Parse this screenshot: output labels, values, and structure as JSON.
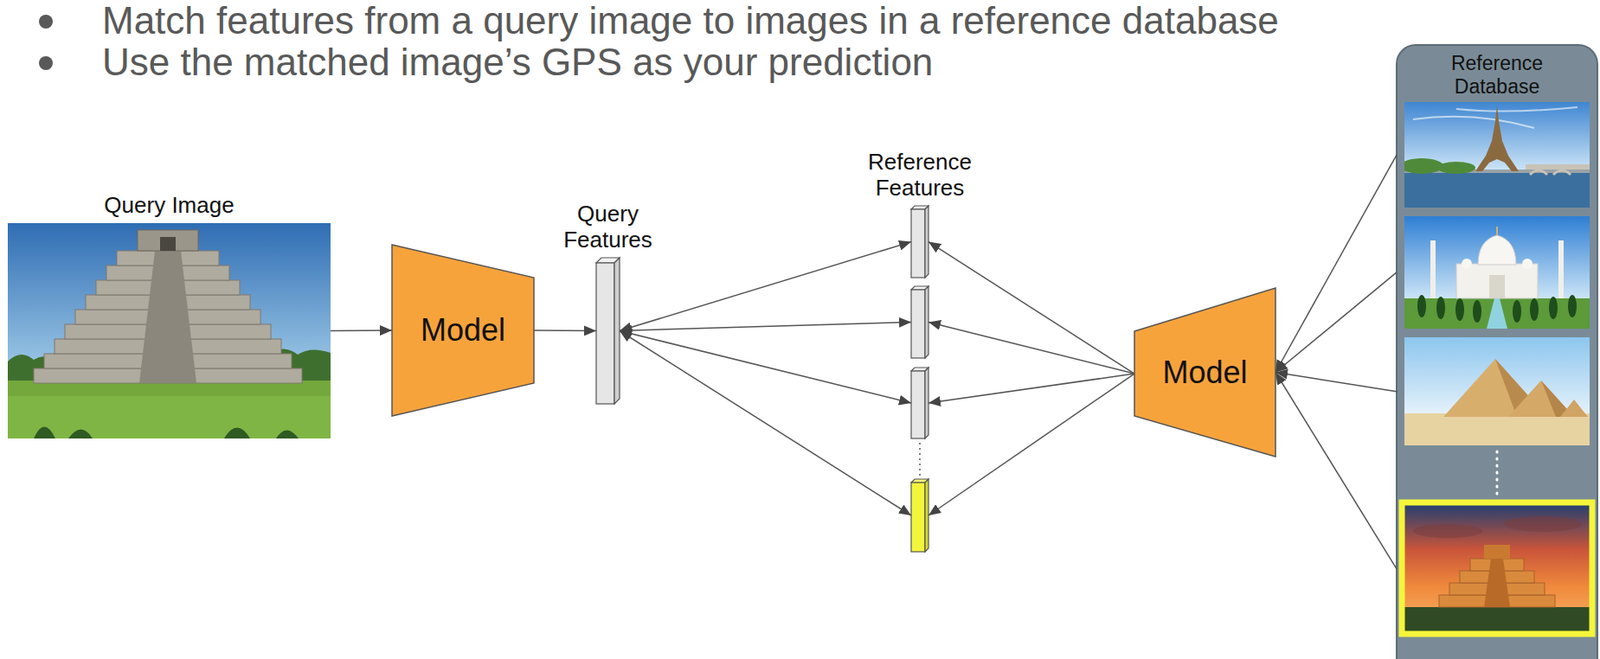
{
  "diagram": {
    "nodes": [
      {
        "text": [
          "Query Image"
        ]
      },
      {
        "text": [
          "Model"
        ]
      },
      {
        "text": [
          "Query Features"
        ]
      },
      {
        "text": [
          "Reference Features"
        ]
      },
      {
        "text": [
          "Model"
        ]
      },
      {
        "text": [
          "Reference Database"
        ]
      }
    ],
    "edges": [
      {
        "from": 0,
        "to": 1,
        "arrow": "to"
      },
      {
        "from": 1,
        "to": 2,
        "arrow": "to"
      },
      {
        "from": 2,
        "to": 3,
        "arrow": "both"
      },
      {
        "from": 2,
        "to": 3,
        "arrow": "both"
      },
      {
        "from": 2,
        "to": 3,
        "arrow": "both"
      },
      {
        "from": 2,
        "to": 3,
        "arrow": "both"
      },
      {
        "from": 4,
        "to": 3,
        "arrow": "to"
      },
      {
        "from": 4,
        "to": 3,
        "arrow": "to"
      },
      {
        "from": 4,
        "to": 3,
        "arrow": "to"
      },
      {
        "from": 4,
        "to": 3,
        "arrow": "to"
      },
      {
        "from": 5,
        "to": 4,
        "arrow": "to"
      },
      {
        "from": 5,
        "to": 4,
        "arrow": "to"
      },
      {
        "from": 5,
        "to": 4,
        "arrow": "to"
      },
      {
        "from": 5,
        "to": 4,
        "arrow": "to"
      }
    ],
    "labels": [
      "Match features from a query image to images in a reference database",
      "Use the matched image’s GPS as your prediction"
    ]
  }
}
